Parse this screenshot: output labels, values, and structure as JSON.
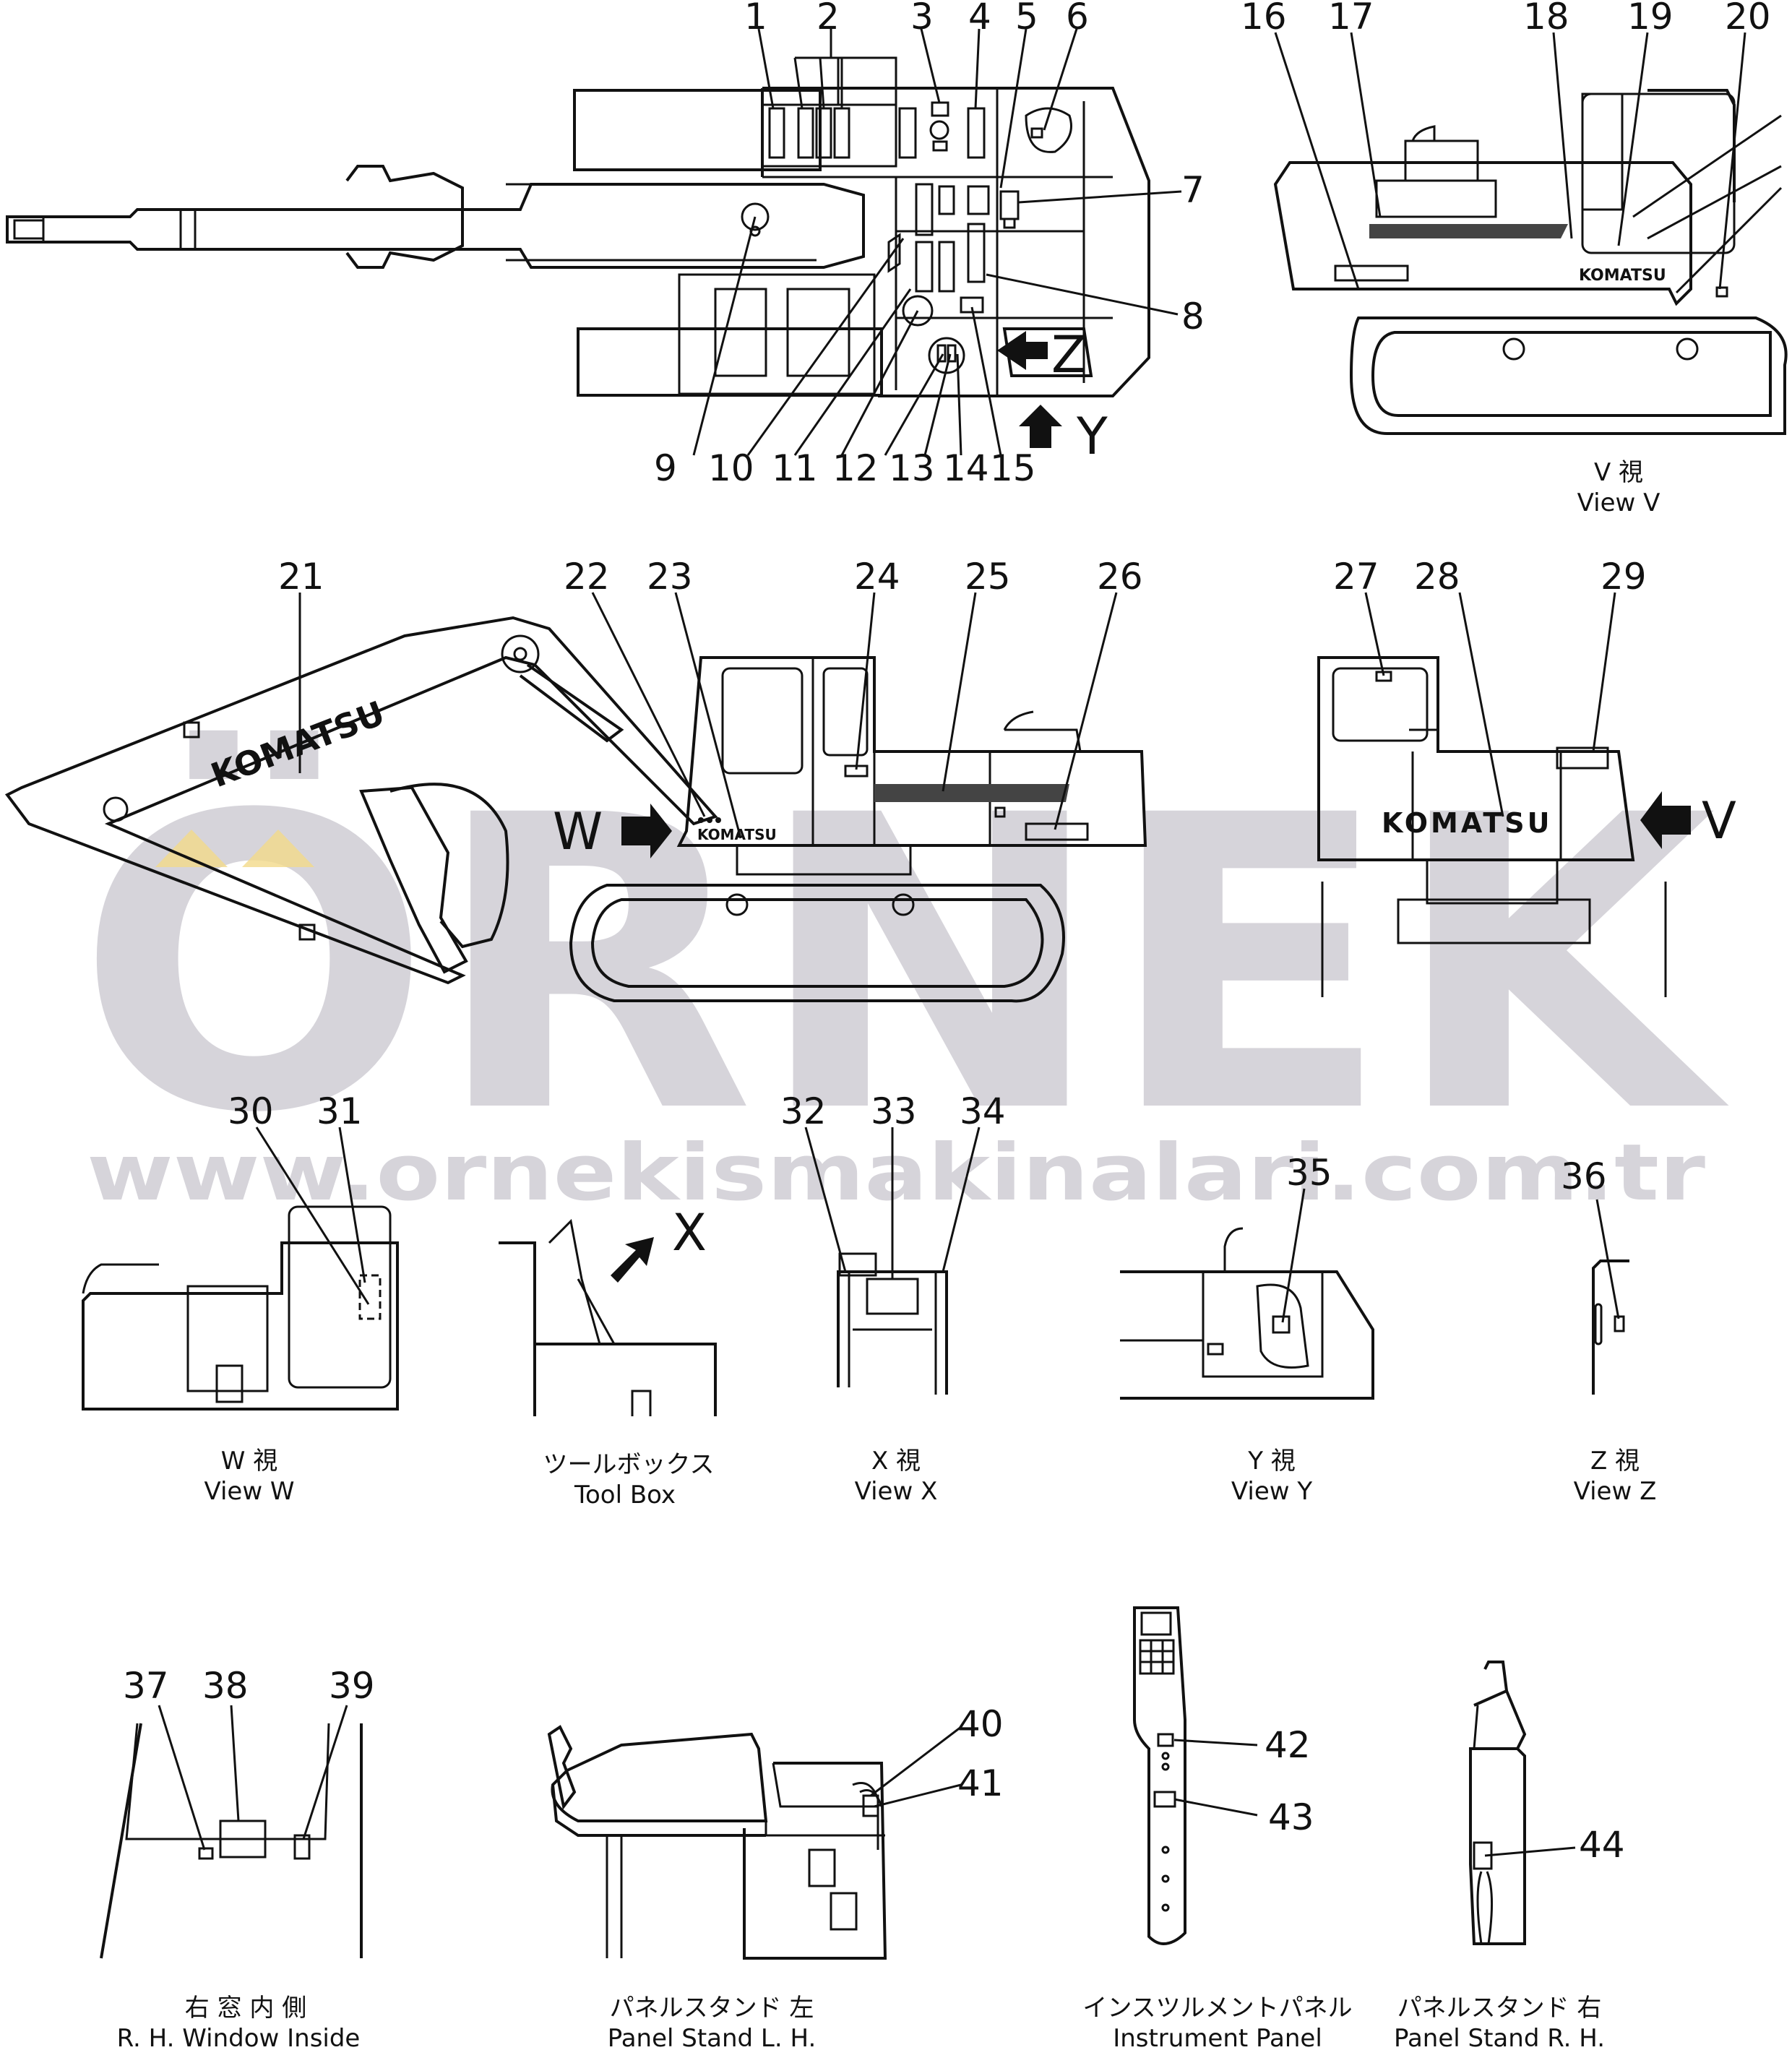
{
  "callouts": [
    "1",
    "2",
    "3",
    "4",
    "5",
    "6",
    "7",
    "8",
    "9",
    "10",
    "11",
    "12",
    "13",
    "14",
    "15",
    "16",
    "17",
    "18",
    "19",
    "20",
    "21",
    "22",
    "23",
    "24",
    "25",
    "26",
    "27",
    "28",
    "29",
    "30",
    "31",
    "32",
    "33",
    "34",
    "35",
    "36",
    "37",
    "38",
    "39",
    "40",
    "41",
    "42",
    "43",
    "44"
  ],
  "views": {
    "v": {
      "jp": "V 視",
      "en": "View V"
    },
    "w": {
      "jp": "W 視",
      "en": "View W"
    },
    "toolbox": {
      "jp": "ツールボックス",
      "en": "Tool Box"
    },
    "x": {
      "jp": "X 視",
      "en": "View X"
    },
    "y": {
      "jp": "Y 視",
      "en": "View Y"
    },
    "z": {
      "jp": "Z 視",
      "en": "View Z"
    },
    "rh_window": {
      "jp": "右 窓 内 側",
      "en": "R. H. Window Inside"
    },
    "panel_lh": {
      "jp": "パネルスタンド 左",
      "en": "Panel Stand L. H."
    },
    "instrument": {
      "jp": "インスツルメントパネル",
      "en": "Instrument Panel"
    },
    "panel_rh": {
      "jp": "パネルスタンド 右",
      "en": "Panel Stand R. H."
    }
  },
  "arrows": {
    "z": "Z",
    "y": "Y",
    "w": "W",
    "v": "V",
    "x": "X"
  },
  "brand_text": "KOMATSU",
  "watermark": {
    "big": "ÖRNEK",
    "url": "www.ornekismakinalari.com.tr"
  }
}
